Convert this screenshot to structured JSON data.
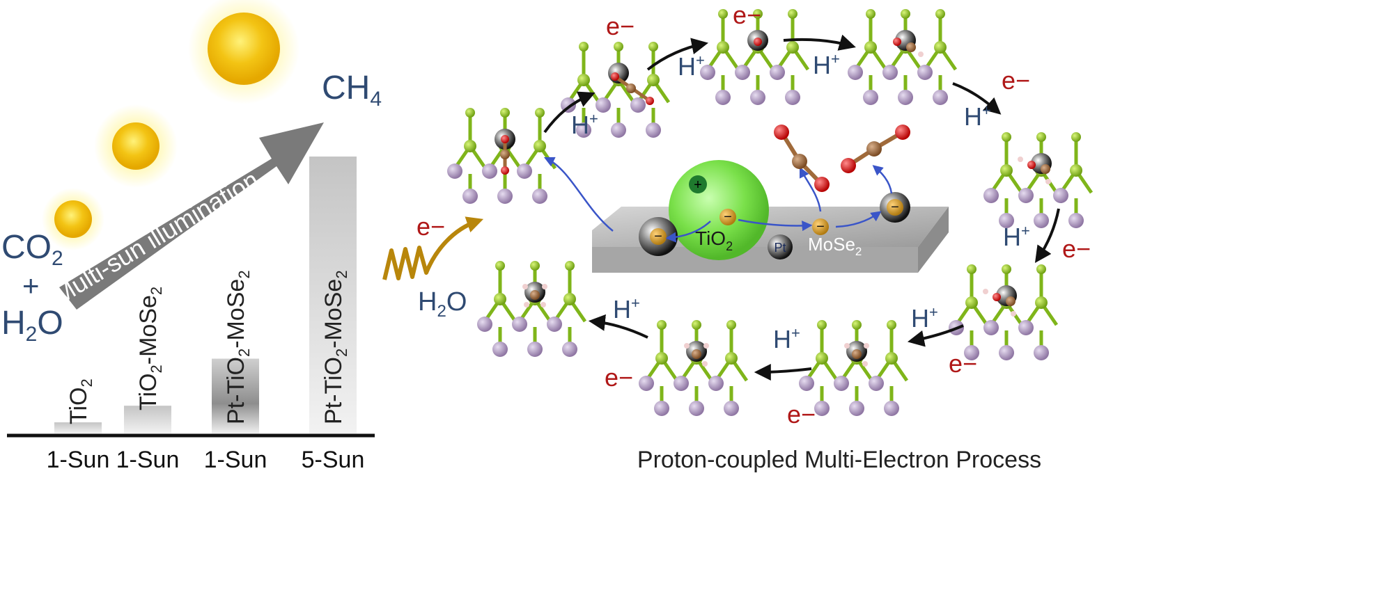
{
  "left_panel": {
    "product": "CH",
    "product_sub": "4",
    "reactant_co2": "CO",
    "reactant_co2_sub": "2",
    "plus": "+",
    "reactant_h2o_a": "H",
    "reactant_h2o_sub": "2",
    "reactant_h2o_b": "O",
    "arrow_label": "Multi-sun illumination",
    "bars": [
      {
        "parts": [
          "TiO",
          "2"
        ],
        "sun": "1-Sun",
        "value": 0.04
      },
      {
        "parts": [
          "TiO",
          "2",
          "-MoSe",
          "2"
        ],
        "sun": "1-Sun",
        "value": 0.1
      },
      {
        "parts": [
          "Pt-TiO",
          "2",
          "-MoSe",
          "2"
        ],
        "sun": "1-Sun",
        "value": 0.27
      },
      {
        "parts": [
          "Pt-TiO",
          "2",
          "-MoSe",
          "2"
        ],
        "sun": "5-Sun",
        "value": 1.0
      }
    ]
  },
  "right_panel": {
    "caption": "Proton-coupled Multi-Electron Process",
    "electron": "e−",
    "proton": "H",
    "proton_sup": "+",
    "water_a": "H",
    "water_sub": "2",
    "water_b": "O",
    "center": {
      "tio2_a": "TiO",
      "tio2_sub": "2",
      "mose2_a": "MoSe",
      "mose2_sub": "2",
      "pt": "Pt",
      "plus_sign": "+",
      "minus_sign": "−"
    }
  },
  "colors": {
    "label_blue": "#2f4a72",
    "electron_red": "#b01818",
    "se_green": "#8cc21a",
    "mo_purple": "#a993b8",
    "tio2_green": "#7ae04a",
    "arrow_gray": "#7a7a7a"
  }
}
